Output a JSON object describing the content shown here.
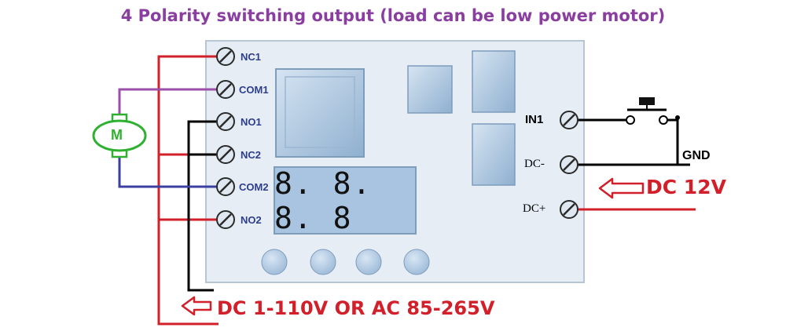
{
  "title": "4 Polarity switching output (load can be low power motor)",
  "terminals_left": [
    "NC1",
    "COM1",
    "NO1",
    "NC2",
    "COM2",
    "NO2"
  ],
  "terminals_right": [
    "IN1",
    "DC-",
    "DC+"
  ],
  "gnd_label": "GND",
  "power_label": "DC 12V",
  "load_supply_label": "DC 1-110V OR AC 85-265V",
  "display_text": "8. 8. 8. 8",
  "motor_label": "M",
  "colors": {
    "title": "#8a3fa0",
    "red_wire": "#d2202a",
    "purple_wire": "#9b4fa8",
    "blue_wire": "#3b3fa0",
    "motor": "#2fb030",
    "board": "#e4ecf4",
    "component": "#a8c4e0"
  },
  "icons": [
    "terminal-screw-icon",
    "motor-icon",
    "push-button-icon",
    "arrow-left-icon"
  ]
}
